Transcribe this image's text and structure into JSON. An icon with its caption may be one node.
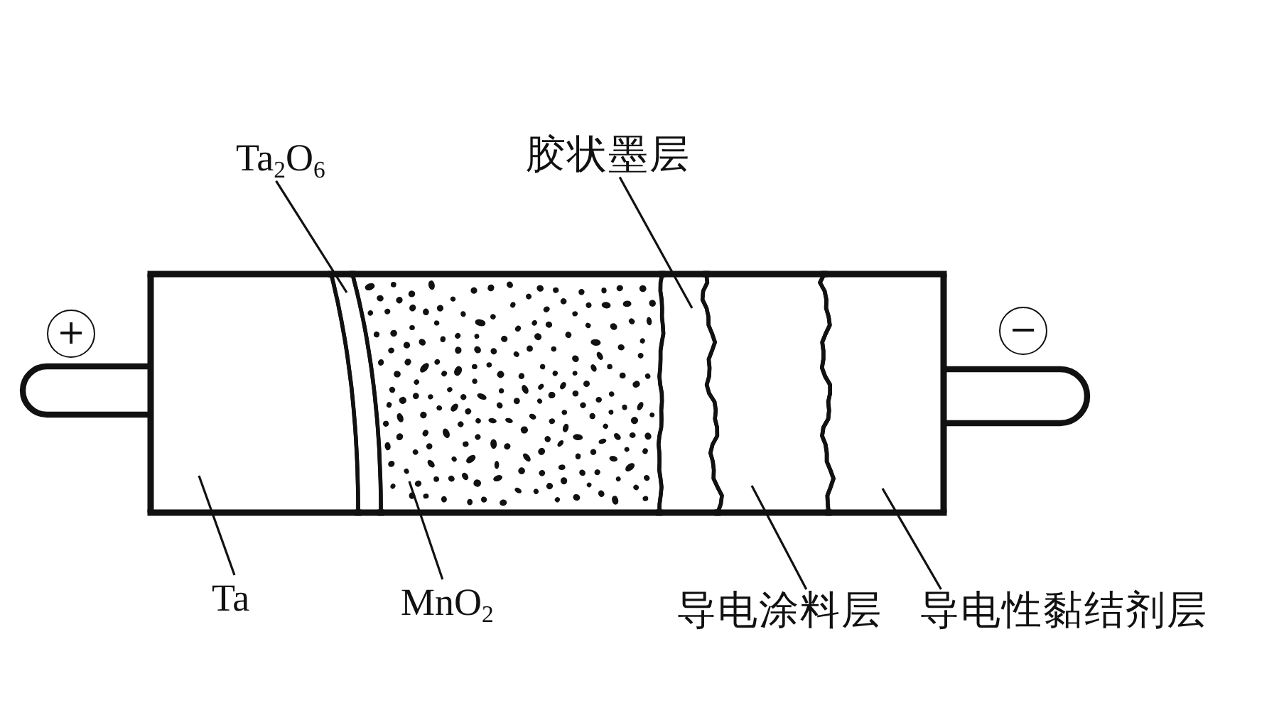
{
  "diagram": {
    "nodes": [
      {
        "text": [
          "Ta$_{2}$O$_{6}$"
        ]
      },
      {
        "text": [
          "胶状墨层"
        ]
      },
      {
        "text": [
          "+"
        ]
      },
      {
        "text": [
          "−"
        ]
      },
      {
        "text": [],
        "shape": "box"
      },
      {
        "text": [],
        "shape": "bar"
      },
      {
        "text": [],
        "shape": "box"
      },
      {
        "text": [],
        "shape": "bar"
      },
      {
        "text": [],
        "shape": "box"
      },
      {
        "text": [],
        "shape": "box"
      },
      {
        "text": [
          "Ta"
        ]
      },
      {
        "text": [
          "MnO$_{2}$"
        ]
      },
      {
        "text": [
          "导电涂料层"
        ]
      },
      {
        "text": [
          "导电性黏结剂层"
        ]
      }
    ],
    "edges": [
      {
        "from": 0,
        "to": 5,
        "arrow": "none"
      },
      {
        "from": 1,
        "to": 7,
        "arrow": "none"
      },
      {
        "from": 10,
        "to": 4,
        "arrow": "none"
      },
      {
        "from": 11,
        "to": 6,
        "arrow": "none"
      },
      {
        "from": 12,
        "to": 8,
        "arrow": "none"
      },
      {
        "from": 13,
        "to": 9,
        "arrow": "none"
      }
    ]
  }
}
